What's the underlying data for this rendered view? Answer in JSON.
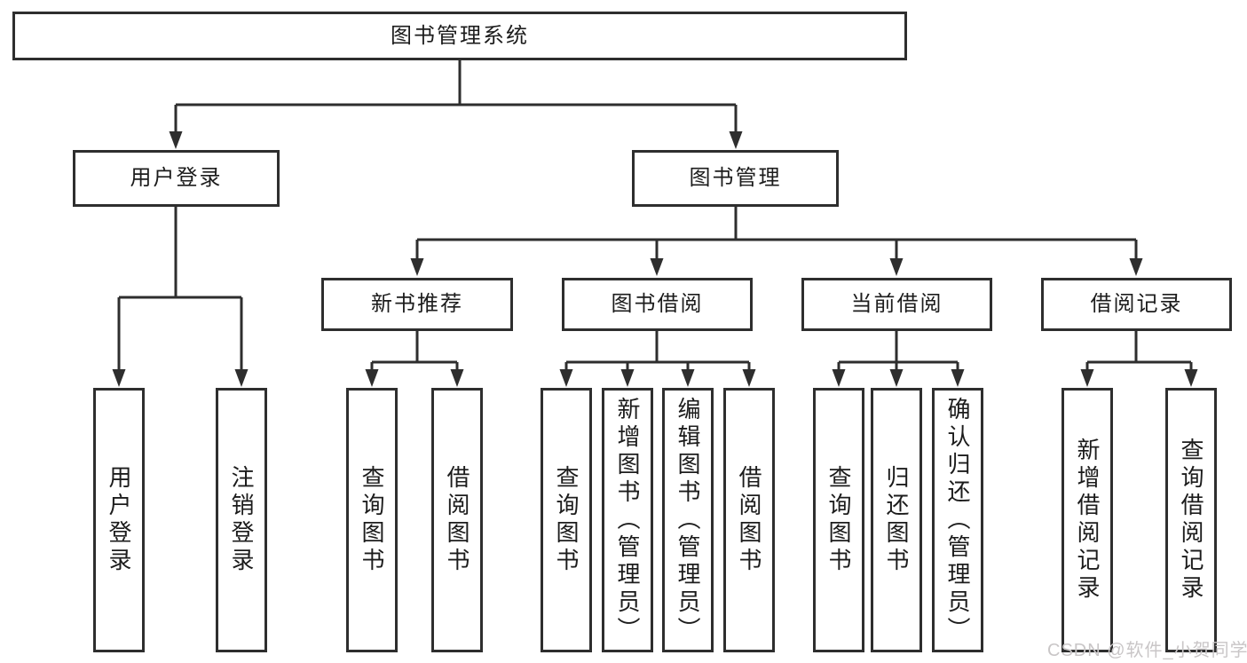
{
  "root": {
    "label": "图书管理系统"
  },
  "branches": [
    {
      "label": "用户登录",
      "children": [
        {
          "label": "用户登录"
        },
        {
          "label": "注销登录"
        }
      ]
    },
    {
      "label": "图书管理",
      "groups": [
        {
          "label": "新书推荐",
          "children": [
            {
              "label": "查询图书"
            },
            {
              "label": "借阅图书"
            }
          ]
        },
        {
          "label": "图书借阅",
          "children": [
            {
              "label": "查询图书"
            },
            {
              "label": "新增图书（管理员）"
            },
            {
              "label": "编辑图书（管理员）"
            },
            {
              "label": "借阅图书"
            }
          ]
        },
        {
          "label": "当前借阅",
          "children": [
            {
              "label": "查询图书"
            },
            {
              "label": "归还图书"
            },
            {
              "label": "确认归还（管理员）"
            }
          ]
        },
        {
          "label": "借阅记录",
          "children": [
            {
              "label": "新增借阅记录"
            },
            {
              "label": "查询借阅记录"
            }
          ]
        }
      ]
    }
  ],
  "watermark": {
    "text": "CSDN @软件_小贺同学",
    "color": "#c9c6c7"
  },
  "colors": {
    "line": "#2e2e2e",
    "text": "#1c1c1c",
    "box_background": "#ffffff"
  }
}
